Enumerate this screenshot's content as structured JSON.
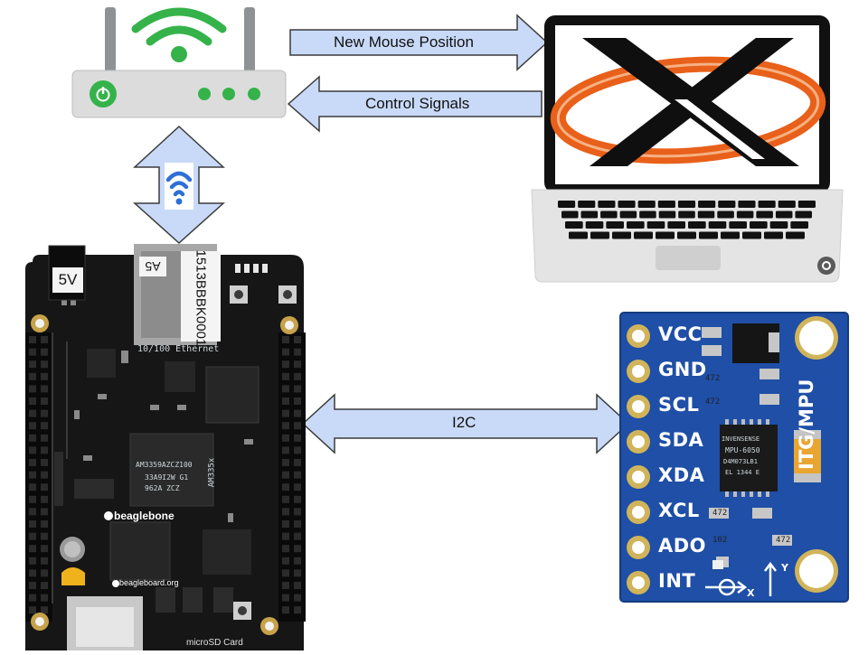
{
  "arrows": {
    "to_laptop": "New Mouse Position",
    "from_laptop": "Control Signals",
    "i2c": "I2C"
  },
  "beaglebone": {
    "power_label": "5V",
    "sticker_a5": "A5",
    "serial": "1513BBBK0001",
    "ethernet_label": "10/100 Ethernet",
    "brand": "beaglebone",
    "sd_label": "microSD Card",
    "footer_brand": "beagleboard.org",
    "processor": "AM3359AZCZ100",
    "processor_line2": "33A9I2W G1",
    "processor_line3": "962A   ZCZ",
    "processor_model": "AM335x"
  },
  "mpu": {
    "pins": [
      "VCC",
      "GND",
      "SCL",
      "SDA",
      "XDA",
      "XCL",
      "ADO",
      "INT"
    ],
    "board_label": "ITG/MPU",
    "chip_brand": "INVENSENSE",
    "chip_model": "MPU-6050",
    "chip_line3": "D4M073LB1",
    "chip_line4": "EL 1344 E",
    "axis_x": "X",
    "axis_y": "Y",
    "resistors": [
      "472",
      "472",
      "472",
      "102",
      "472"
    ]
  },
  "colors": {
    "arrow_fill": "#c9daf8",
    "arrow_stroke": "#3b3b3b",
    "wifi_green": "#35b34a",
    "wifi_blue": "#2e6fd6",
    "xorg_orange": "#e8601a",
    "mpu_blue": "#1f4fa6",
    "board_black": "#161616"
  }
}
